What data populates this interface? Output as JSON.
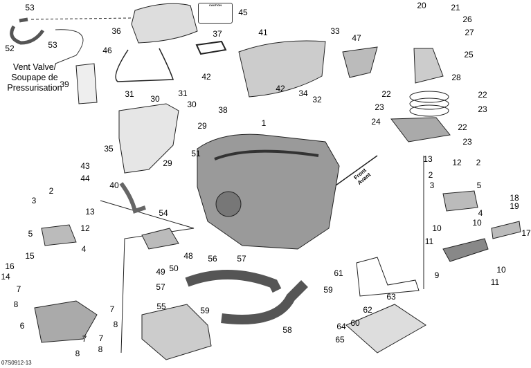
{
  "diagram": {
    "callouts": [
      "53",
      "53",
      "52",
      "36",
      "45",
      "37",
      "46",
      "39",
      "41",
      "33",
      "47",
      "42",
      "42",
      "34",
      "32",
      "31",
      "30",
      "31",
      "30",
      "38",
      "29",
      "35",
      "29",
      "43",
      "44",
      "51",
      "40",
      "54",
      "1",
      "20",
      "21",
      "26",
      "27",
      "25",
      "28",
      "22",
      "22",
      "23",
      "23",
      "24",
      "22",
      "23",
      "13",
      "12",
      "2",
      "2",
      "3",
      "5",
      "4",
      "18",
      "19",
      "10",
      "17",
      "10",
      "11",
      "9",
      "10",
      "11",
      "2",
      "3",
      "13",
      "12",
      "5",
      "4",
      "15",
      "16",
      "14",
      "7",
      "8",
      "7",
      "8",
      "6",
      "7",
      "8",
      "7",
      "8",
      "48",
      "49",
      "50",
      "56",
      "57",
      "57",
      "55",
      "59",
      "58",
      "61",
      "59",
      "62",
      "63",
      "60",
      "64",
      "65"
    ],
    "vent_note": [
      "Vent Valve/",
      "Soupape de",
      "Pressurisation"
    ],
    "front_arrow": [
      "Front",
      "Avant"
    ],
    "caution_label": "CAUTION",
    "reference": "07S0912-13"
  }
}
